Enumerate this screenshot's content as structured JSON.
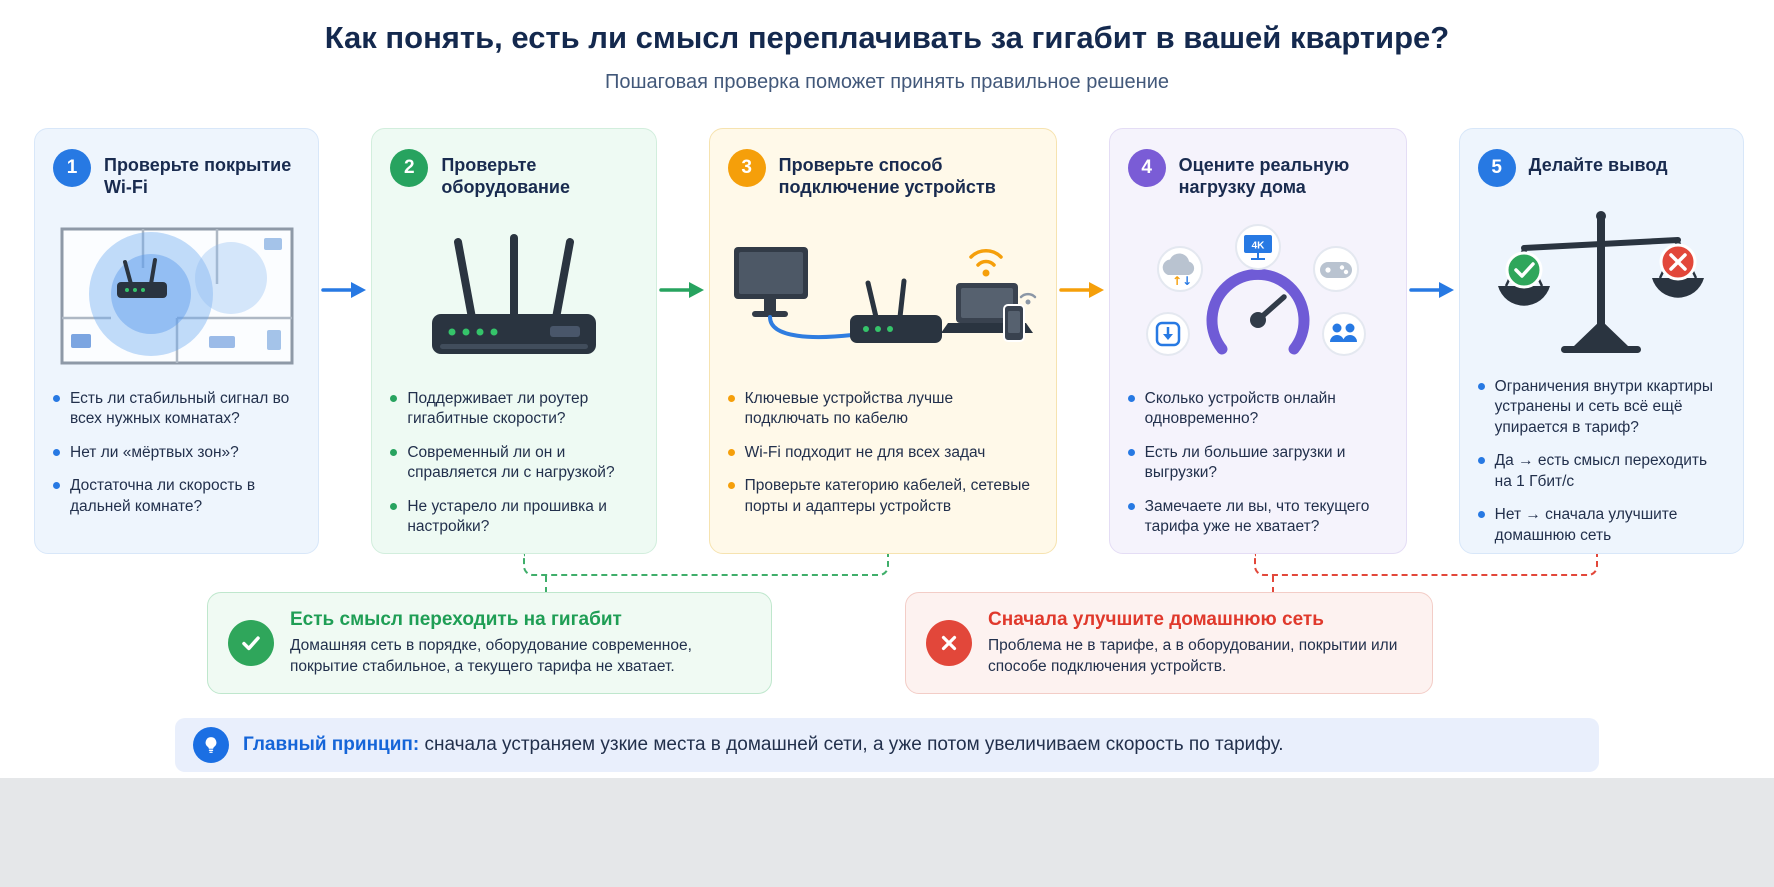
{
  "page": {
    "title": "Как понять, есть ли смысл переплачивать за гигабит в вашей квартире?",
    "subtitle": "Пошаговая проверка поможет принять правильное решение"
  },
  "steps": [
    {
      "number": "1",
      "title": "Проверьте покрытие Wi-Fi",
      "accent": "#2779e3",
      "illustration": "wifi-coverage-floorplan",
      "bullets": [
        "Есть ли стабильный сигнал во всех нужных комнатах?",
        "Нет ли «мёртвых зон»?",
        "Достаточна ли скорость в дальней комнате?"
      ]
    },
    {
      "number": "2",
      "title": "Проверьте оборудование",
      "accent": "#27a35f",
      "illustration": "router",
      "bullets": [
        "Поддерживает ли роутер гигабитные скорости?",
        "Современный ли он и справляется ли с нагрузкой?",
        "Не устарело ли прошивка и настройки?"
      ]
    },
    {
      "number": "3",
      "title": "Проверьте способ подключение устройств",
      "accent": "#f59f0a",
      "illustration": "wired-and-wireless-devices",
      "bullets": [
        "Ключевые устройства лучше подключать по кабелю",
        "Wi-Fi подходит не для всех задач",
        "Проверьте категорию кабелей, сетевые порты и адаптеры устройств"
      ]
    },
    {
      "number": "4",
      "title": "Оцените реальную нагрузку дома",
      "accent": "#7a5cd6",
      "illustration": "network-load-gauge",
      "badge_label": "4K",
      "bullets": [
        "Сколько устройств онлайн одновременно?",
        "Есть ли большие загрузки и выгрузки?",
        "Замечаете ли вы, что текущего тарифа уже не хватает?"
      ]
    },
    {
      "number": "5",
      "title": "Делайте вывод",
      "accent": "#2779e3",
      "illustration": "balance-scales",
      "bullets": [
        "Ограничения внутри ккартиры устранены и сеть всё ещё упирается в тариф?",
        "Да → есть смысл переходить на 1 Гбит/с",
        "Нет → сначала улучшите домашнюю сеть"
      ]
    }
  ],
  "outcomes": {
    "positive": {
      "title": "Есть смысл переходить на гигабит",
      "text": "Домашняя сеть в порядке, оборудование современное, покрытие стабильное, а текущего тарифа не хватает.",
      "color": "#1f9e55"
    },
    "negative": {
      "title": "Сначала улучшите домашнюю сеть",
      "text": "Проблема не в тарифе, а в оборудовании, покрытии или способе подключения устройств.",
      "color": "#e0392c"
    }
  },
  "principle": {
    "label": "Главный принцип:",
    "text": "сначала устраняем узкие места в домашней сети, а уже потом увеличиваем скорость по тарифу."
  }
}
